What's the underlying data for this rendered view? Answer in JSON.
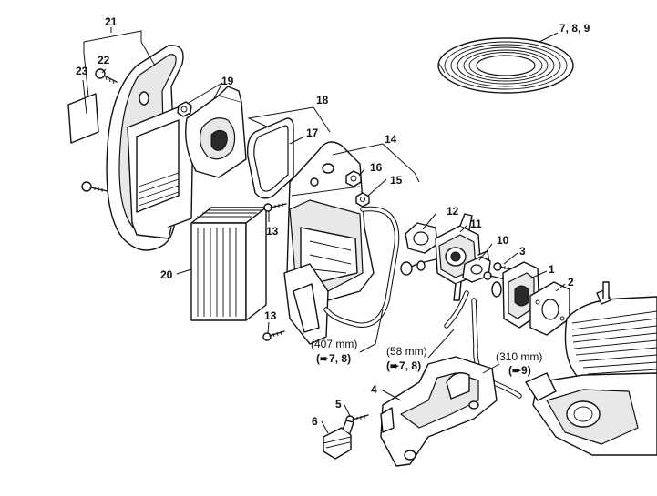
{
  "callouts": {
    "c1": "1",
    "c2": "2",
    "c3": "3",
    "c4": "4",
    "c5": "5",
    "c6": "6",
    "c789": "7, 8, 9",
    "c10": "10",
    "c11": "11",
    "c12": "12",
    "c13a": "13",
    "c13b": "13",
    "c14": "14",
    "c15": "15",
    "c16": "16",
    "c17": "17",
    "c18": "18",
    "c19": "19",
    "c20": "20",
    "c21": "21",
    "c22": "22",
    "c23": "23"
  },
  "hose_notes": {
    "h1_length": "(407 mm)",
    "h1_ref": "(➨7, 8)",
    "h2_length": "(58 mm)",
    "h2_ref": "(➨7, 8)",
    "h3_length": "(310 mm)",
    "h3_ref": "(➨9)"
  }
}
